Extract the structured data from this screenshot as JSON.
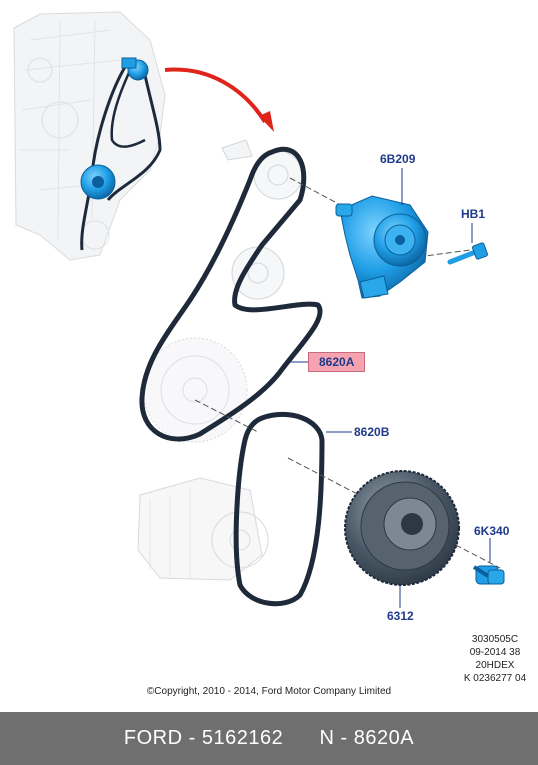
{
  "labels": {
    "tensioner": "6B209",
    "bolt_hb1": "HB1",
    "belt_a": "8620A",
    "belt_b": "8620B",
    "bolt_6k340": "6K340",
    "damper": "6312"
  },
  "reference": [
    "3030505C",
    "09-2014 38",
    "20HDEX",
    "K 0236277 04"
  ],
  "copyright": "©Copyright, 2010 - 2014, Ford Motor Company Limited",
  "footer": {
    "brand_part": "FORD - 5162162",
    "oem": "N - 8620A"
  },
  "colors": {
    "highlight_part": "#2aa7e8",
    "belt": "#1e2a3a",
    "label_text": "#1f3a8a",
    "highlight_box": "#f5a3b0",
    "footer_bg": "#6f6f6f",
    "arrow": "#e0241b"
  }
}
